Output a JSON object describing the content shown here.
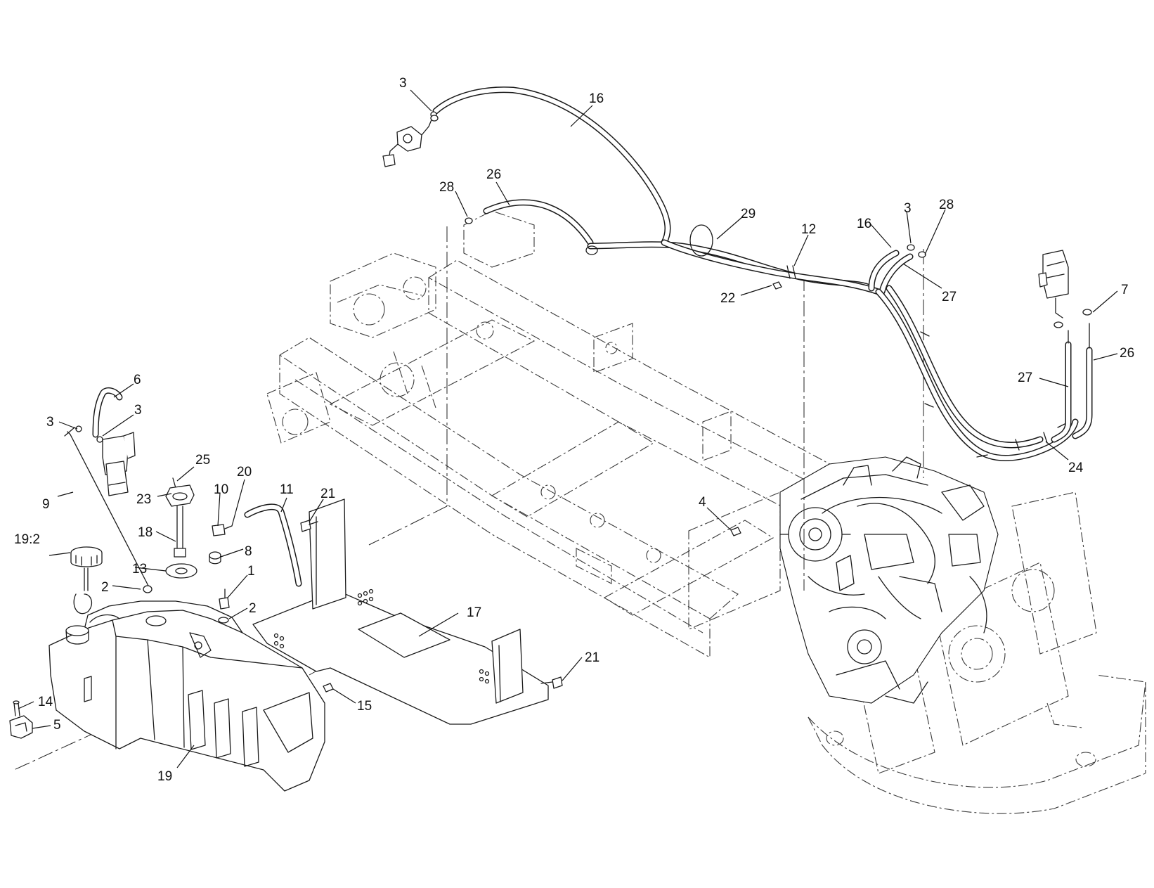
{
  "callouts": [
    {
      "id": "c3a",
      "text": "3"
    },
    {
      "id": "c16a",
      "text": "16"
    },
    {
      "id": "c26a",
      "text": "26"
    },
    {
      "id": "c28a",
      "text": "28"
    },
    {
      "id": "c29",
      "text": "29"
    },
    {
      "id": "c12",
      "text": "12"
    },
    {
      "id": "c16b",
      "text": "16"
    },
    {
      "id": "c3b",
      "text": "3"
    },
    {
      "id": "c28b",
      "text": "28"
    },
    {
      "id": "c27a",
      "text": "27"
    },
    {
      "id": "c22",
      "text": "22"
    },
    {
      "id": "c7",
      "text": "7"
    },
    {
      "id": "c26b",
      "text": "26"
    },
    {
      "id": "c27b",
      "text": "27"
    },
    {
      "id": "c24",
      "text": "24"
    },
    {
      "id": "c6",
      "text": "6"
    },
    {
      "id": "c3c",
      "text": "3"
    },
    {
      "id": "c3d",
      "text": "3"
    },
    {
      "id": "c25",
      "text": "25"
    },
    {
      "id": "c20",
      "text": "20"
    },
    {
      "id": "c10",
      "text": "10"
    },
    {
      "id": "c11",
      "text": "11"
    },
    {
      "id": "c21a",
      "text": "21"
    },
    {
      "id": "c23",
      "text": "23"
    },
    {
      "id": "c9",
      "text": "9"
    },
    {
      "id": "c4",
      "text": "4"
    },
    {
      "id": "c19_2",
      "text": "19:2"
    },
    {
      "id": "c18",
      "text": "18"
    },
    {
      "id": "c8",
      "text": "8"
    },
    {
      "id": "c13",
      "text": "13"
    },
    {
      "id": "c1",
      "text": "1"
    },
    {
      "id": "c2a",
      "text": "2"
    },
    {
      "id": "c2b",
      "text": "2"
    },
    {
      "id": "c17",
      "text": "17"
    },
    {
      "id": "c21b",
      "text": "21"
    },
    {
      "id": "c14",
      "text": "14"
    },
    {
      "id": "c15",
      "text": "15"
    },
    {
      "id": "c5",
      "text": "5"
    },
    {
      "id": "c19",
      "text": "19"
    }
  ]
}
